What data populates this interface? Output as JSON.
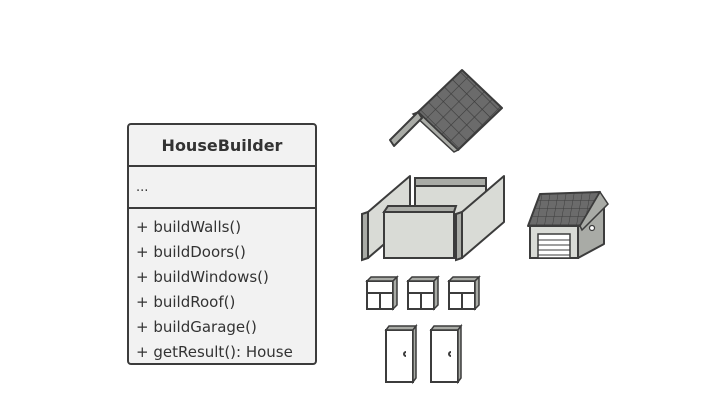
{
  "class_box": {
    "title": "HouseBuilder",
    "fields": "...",
    "methods": [
      "+ buildWalls()",
      "+ buildDoors()",
      "+ buildWindows()",
      "+ buildRoof()",
      "+ buildGarage()",
      "+ getResult(): House"
    ]
  },
  "illustration": {
    "parts": [
      "roof-icon",
      "walls-icon",
      "garage-icon",
      "window-icon",
      "door-icon"
    ],
    "colors": {
      "stroke": "#3c3c3c",
      "roof": "#6b6b6b",
      "wall": "#d9dbd6",
      "wall_side": "#a9aba6"
    }
  }
}
